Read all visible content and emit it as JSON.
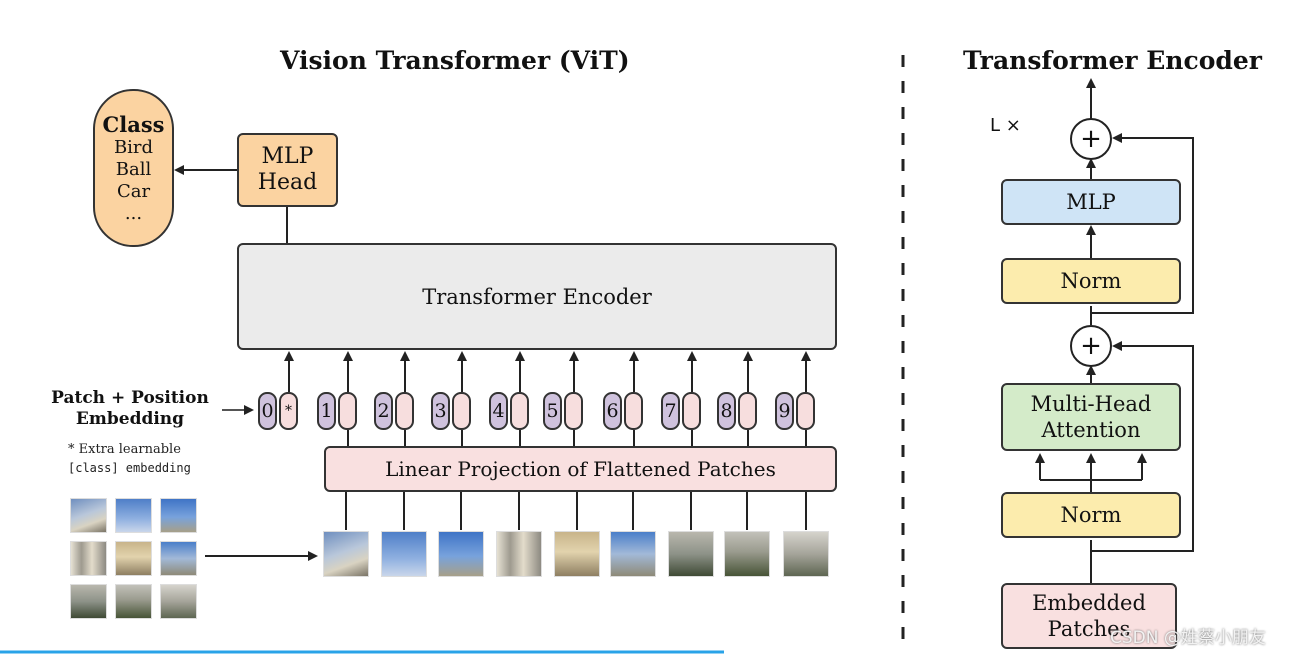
{
  "vit": {
    "title": "Vision Transformer (ViT)",
    "class_box": {
      "title": "Class",
      "items": [
        "Bird",
        "Ball",
        "Car",
        "..."
      ]
    },
    "mlp_head": {
      "line1": "MLP",
      "line2": "Head"
    },
    "encoder_label": "Transformer Encoder",
    "embedding_label": {
      "line1": "Patch + Position",
      "line2": "Embedding"
    },
    "footnote": {
      "line1": "* Extra learnable",
      "line2": "[class] embedding"
    },
    "tokens": [
      "0",
      "1",
      "2",
      "3",
      "4",
      "5",
      "6",
      "7",
      "8",
      "9"
    ],
    "class_token_mark": "*",
    "projection_label": "Linear Projection of Flattened Patches"
  },
  "encoder": {
    "title": "Transformer Encoder",
    "repeat_label": "L ×",
    "plus": "+",
    "mlp": "MLP",
    "norm_top": "Norm",
    "attention": {
      "line1": "Multi-Head",
      "line2": "Attention"
    },
    "norm_bottom": "Norm",
    "embedded": {
      "line1": "Embedded",
      "line2": "Patches"
    }
  },
  "watermark": "CSDN @姓蔡小朋友",
  "colors": {
    "class_fill": "#fbd3a1",
    "mlp_head_fill": "#fbd3a1",
    "encoder_fill": "#ebebeb",
    "token_fill": "#cfc2dd",
    "embedding_fill": "#f7dede",
    "projection_fill": "#f9e0e0",
    "mlp_fill": "#cfe4f6",
    "norm_fill": "#fcecad",
    "attention_fill": "#d4ebc9",
    "embedded_fill": "#f9e0e0",
    "encoder_panel_fill": "#e9e9e9"
  }
}
